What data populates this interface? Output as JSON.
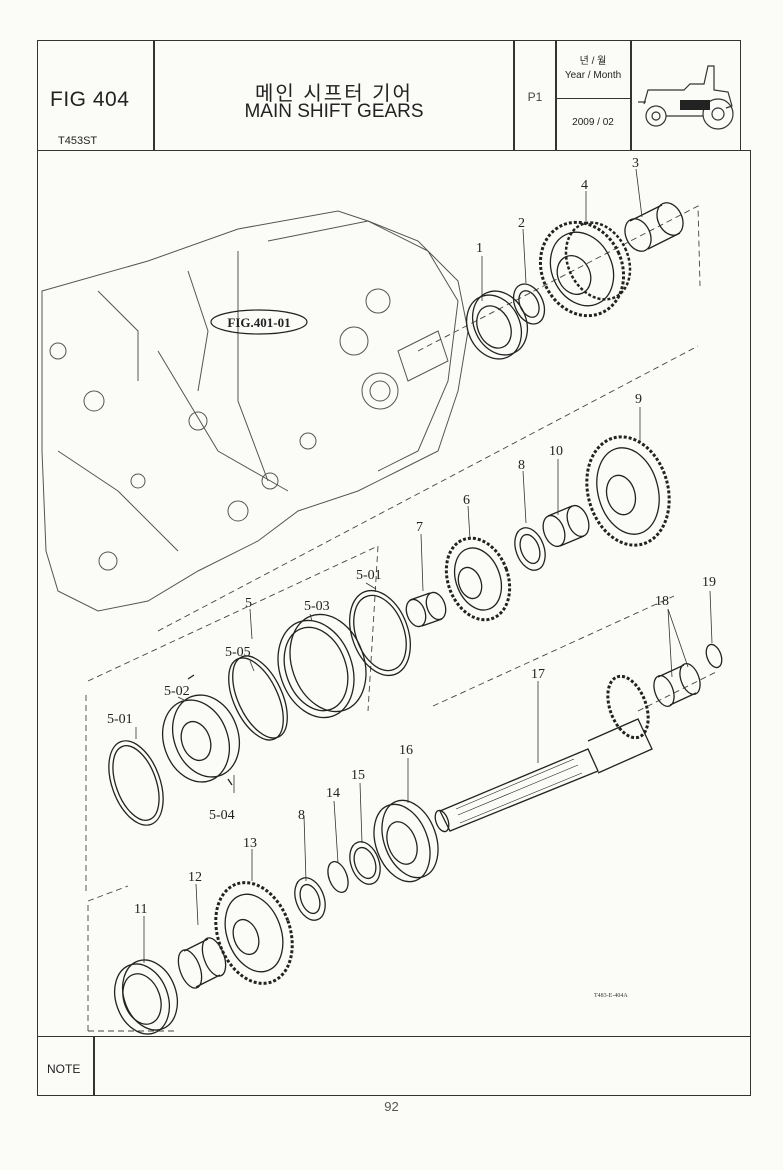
{
  "header": {
    "fig_number": "FIG 404",
    "model": "T453ST",
    "title_ko": "메인 시프터 기어",
    "title_en": "MAIN SHIFT GEARS",
    "page_code": "P1",
    "year_month_ko": "년 / 월",
    "year_month_en": "Year / Month",
    "year_month_value": "2009 / 02"
  },
  "diagram": {
    "reference_label": "FIG.401-01",
    "drawing_code": "T483-E-404A",
    "callouts": [
      "1",
      "2",
      "3",
      "4",
      "5",
      "5-01",
      "5-02",
      "5-03",
      "5-04",
      "5-05",
      "6",
      "7",
      "8",
      "9",
      "10",
      "11",
      "12",
      "13",
      "14",
      "15",
      "16",
      "17",
      "18",
      "19"
    ]
  },
  "footer": {
    "note_label": "NOTE",
    "page_number": "92"
  }
}
